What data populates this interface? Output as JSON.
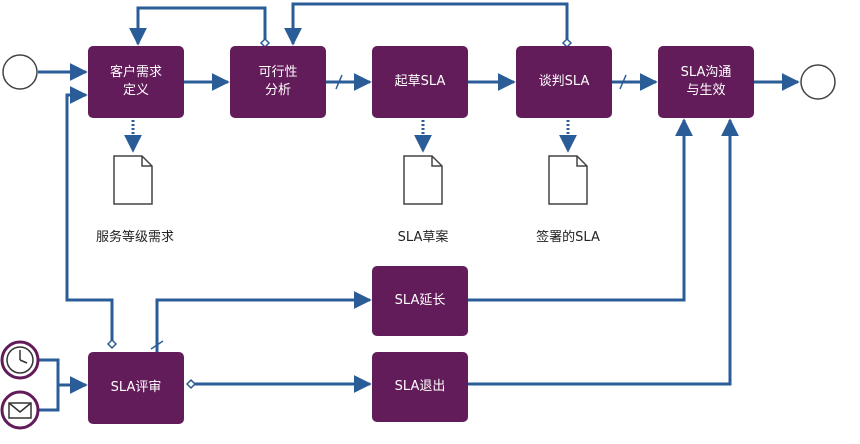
{
  "colors": {
    "task_fill": "#631c5a",
    "flow": "#2a5d98",
    "stroke": "#444444",
    "timer_ring": "#631c5a",
    "text_on_task": "#ffffff"
  },
  "tasks": {
    "customer_requirements": "客户需求\n定义",
    "feasibility": "可行性\n分析",
    "draft_sla": "起草SLA",
    "negotiate_sla": "谈判SLA",
    "communicate_sla": "SLA沟通\n与生效",
    "sla_extend": "SLA延长",
    "sla_review": "SLA评审",
    "sla_exit": "SLA退出"
  },
  "documents": {
    "service_level_requirements": "服务等级需求",
    "sla_draft": "SLA草案",
    "signed_sla": "签署的SLA"
  },
  "icons": {
    "start_event": "start-event-circle",
    "end_event": "end-event-circle",
    "timer_event": "clock-icon",
    "message_event": "envelope-icon",
    "document": "document-icon"
  }
}
